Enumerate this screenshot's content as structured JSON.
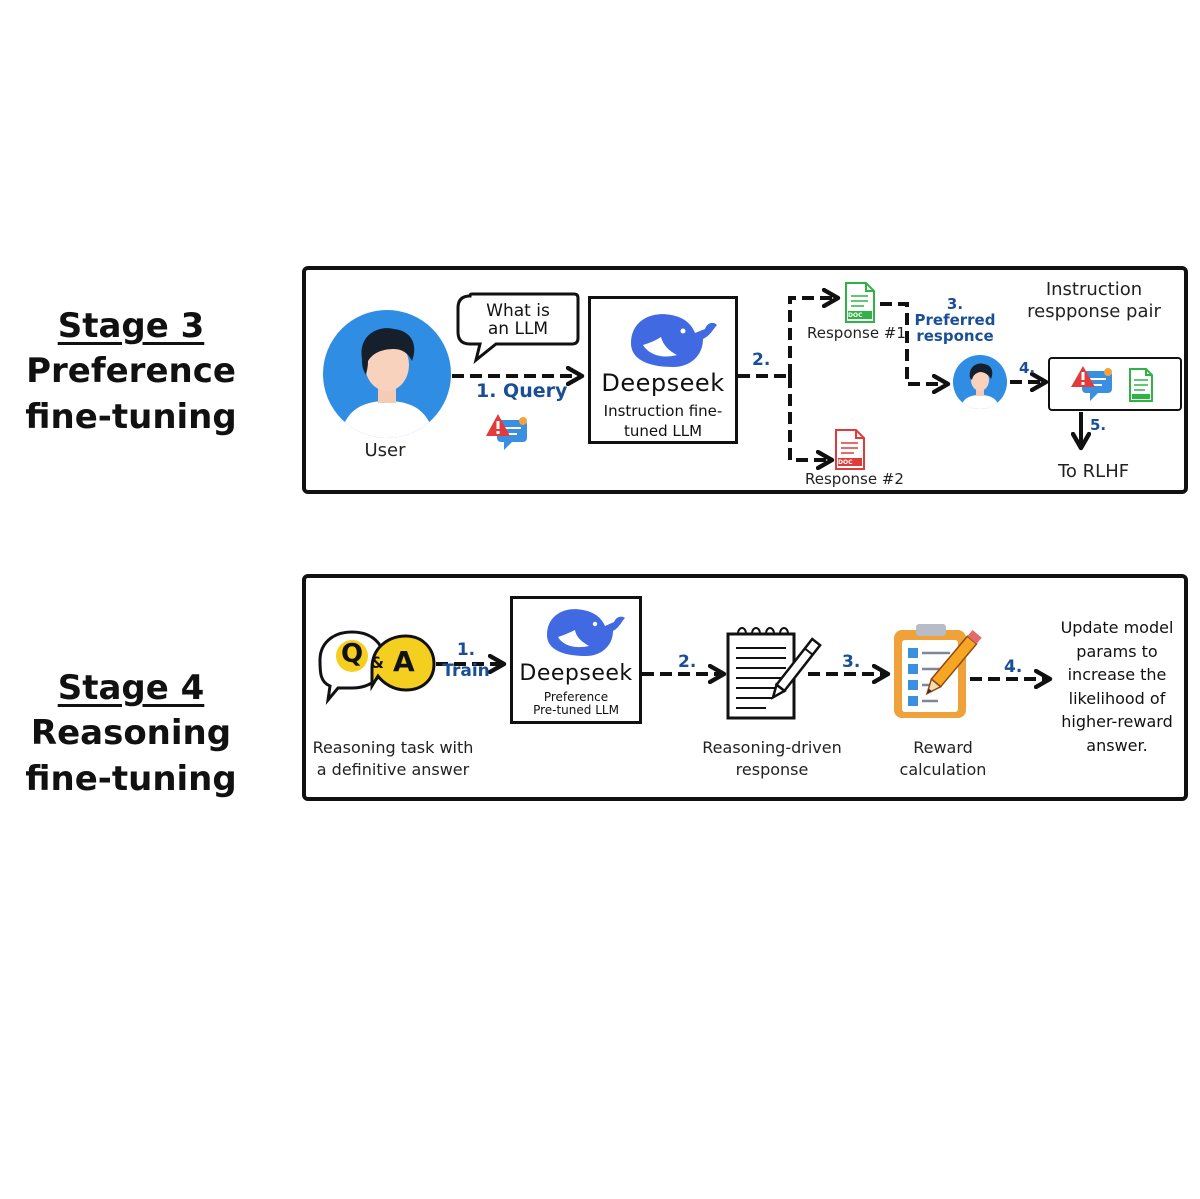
{
  "stage3": {
    "title": "Stage 3",
    "subtitle_line1": "Preference",
    "subtitle_line2": "fine-tuning",
    "user_label": "User",
    "bubble_line1": "What is",
    "bubble_line2": "an LLM",
    "query_label": "1. Query",
    "model_name": "Deepseek",
    "model_desc_line1": "Instruction fine-",
    "model_desc_line2": "tuned LLM",
    "step2": "2.",
    "response1": "Response #1",
    "response2": "Response #2",
    "step3_num": "3.",
    "step3_line1": "Preferred",
    "step3_line2": "responce",
    "pair_line1": "Instruction",
    "pair_line2": "respponse pair",
    "step4": "4.",
    "step5": "5.",
    "rlhf": "To RLHF",
    "doc_tag": "DOC"
  },
  "stage4": {
    "title": "Stage 4",
    "subtitle_line1": "Reasoning",
    "subtitle_line2": "fine-tuning",
    "qa_q": "Q",
    "qa_amp": "&",
    "qa_a": "A",
    "step1_num": "1.",
    "step1_label": "Train",
    "task_line1": "Reasoning task with",
    "task_line2": "a definitive answer",
    "model_name": "Deepseek",
    "model_desc_line1": "Preference",
    "model_desc_line2": "Pre-tuned LLM",
    "step2": "2.",
    "resp_line1": "Reasoning-driven",
    "resp_line2": "response",
    "step3": "3.",
    "reward_line1": "Reward",
    "reward_line2": "calculation",
    "step4": "4.",
    "update_line1": "Update model",
    "update_line2": "params to",
    "update_line3": "increase the",
    "update_line4": "likelihood of",
    "update_line5": "higher-reward",
    "update_line6": "answer."
  },
  "colors": {
    "accent_blue": "#1a4f96",
    "avatar_bg": "#2f8de4",
    "whale": "#4169e1",
    "doc_green": "#2fb344",
    "doc_red": "#e03b3b",
    "qa_yellow": "#f5cf1f",
    "clipboard_orange": "#f0a23a"
  }
}
